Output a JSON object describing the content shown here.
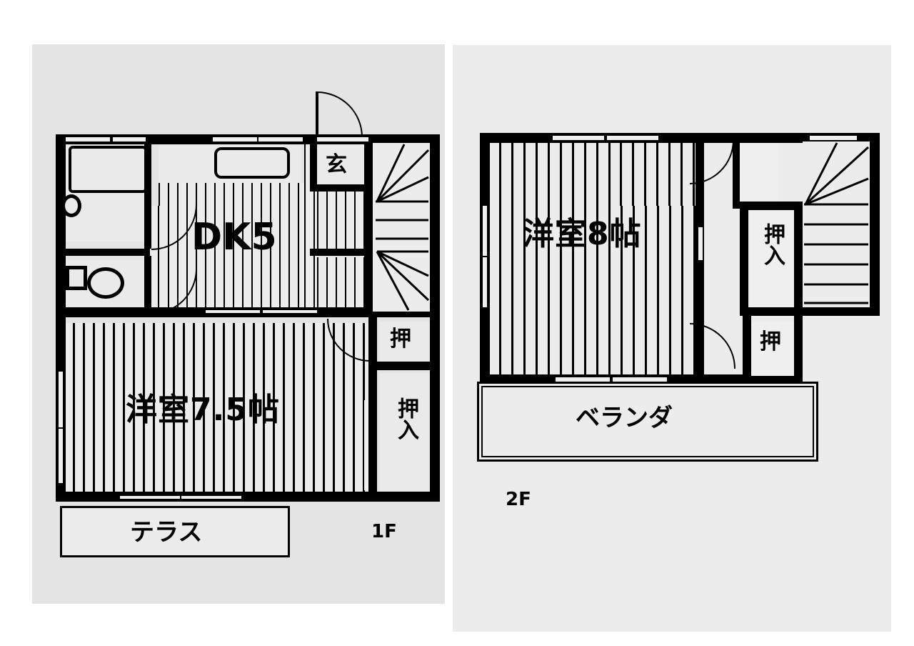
{
  "document": {
    "type": "residential-floor-plan",
    "style": "japanese-madori",
    "floors": 2,
    "background_color": "#ffffff",
    "panel_color": "#e4e4e4",
    "line_color": "#000000"
  },
  "floor_1f": {
    "caption": "1F",
    "rooms": [
      {
        "label": "DK5",
        "name": "dining-kitchen",
        "size": "5",
        "unit": "jo"
      },
      {
        "label": "洋室7.5帖",
        "name": "western-room",
        "size": "7.5",
        "unit": "jo"
      },
      {
        "label": "玄",
        "name": "entrance-genkan",
        "size": "",
        "unit": ""
      }
    ],
    "closets": [
      {
        "label": "押",
        "name": "closet-oshi"
      },
      {
        "label": "押入",
        "name": "closet-oshiire"
      }
    ],
    "terrace": {
      "label": "テラス",
      "name": "terrace"
    },
    "fixtures": [
      {
        "name": "bathtub",
        "room": "bath"
      },
      {
        "name": "toilet-bowl",
        "room": "toilet"
      },
      {
        "name": "kitchen-sink",
        "room": "dining-kitchen"
      }
    ],
    "stairs": {
      "name": "staircase",
      "type": "winder"
    }
  },
  "floor_2f": {
    "caption": "2F",
    "rooms": [
      {
        "label": "洋室8帖",
        "name": "western-room",
        "size": "8",
        "unit": "jo"
      }
    ],
    "closets": [
      {
        "label": "押入",
        "name": "closet-oshiire"
      },
      {
        "label": "押",
        "name": "closet-oshi"
      }
    ],
    "veranda": {
      "label": "ベランダ",
      "name": "veranda"
    },
    "stairs": {
      "name": "staircase",
      "type": "winder"
    }
  }
}
